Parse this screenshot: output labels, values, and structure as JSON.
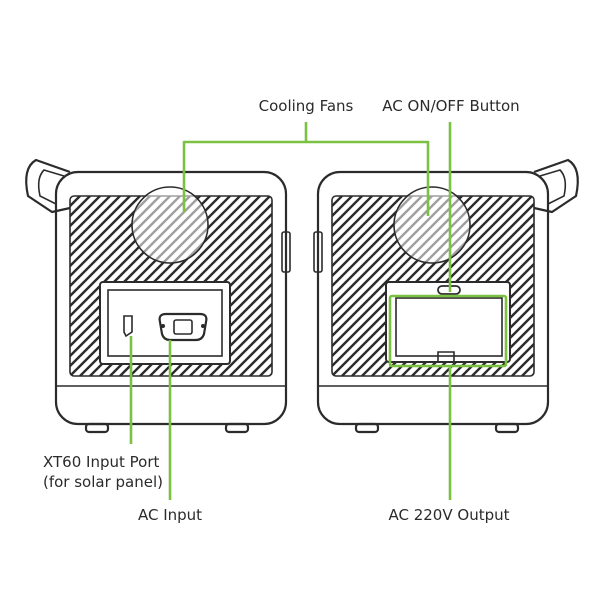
{
  "diagram": {
    "labels": {
      "cooling_fans": "Cooling Fans",
      "ac_button": "AC ON/OFF Button",
      "xt60_line1": "XT60 Input Port",
      "xt60_line2": "(for solar panel)",
      "ac_input": "AC Input",
      "ac_output": "AC 220V Output"
    },
    "colors": {
      "leader": "#7cc242",
      "outline": "#2b2b2b",
      "panel": "#ffffff"
    },
    "icons": {
      "xt60": "xt60-port-icon",
      "ac_input": "iec-socket-icon",
      "ac_output": "ac-outlet-icon",
      "button": "power-button-icon",
      "fan": "fan-icon"
    }
  }
}
